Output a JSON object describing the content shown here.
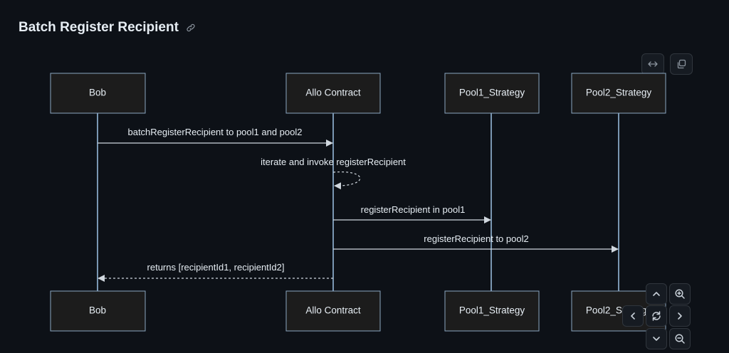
{
  "heading": {
    "title": "Batch Register Recipient",
    "link_icon": "link-icon"
  },
  "toolbar": {
    "expand_icon": "arrows-horizontal-icon",
    "copy_icon": "copy-icon"
  },
  "diagram": {
    "participants": [
      "Bob",
      "Allo Contract",
      "Pool1_Strategy",
      "Pool2_Strategy"
    ],
    "messages": [
      {
        "from": "Bob",
        "to": "Allo Contract",
        "label": "batchRegisterRecipient to pool1 and pool2",
        "style": "solid"
      },
      {
        "from": "Allo Contract",
        "to": "Allo Contract",
        "label": "iterate and invoke registerRecipient",
        "style": "dashed"
      },
      {
        "from": "Allo Contract",
        "to": "Pool1_Strategy",
        "label": "registerRecipient in pool1",
        "style": "solid"
      },
      {
        "from": "Allo Contract",
        "to": "Pool2_Strategy",
        "label": "registerRecipient to pool2",
        "style": "solid"
      },
      {
        "from": "Allo Contract",
        "to": "Bob",
        "label": "returns [recipientId1, recipientId2]",
        "style": "dashed"
      }
    ]
  },
  "controls": {
    "pan_up_icon": "chevron-up-icon",
    "zoom_in_icon": "zoom-in-icon",
    "pan_left_icon": "chevron-left-icon",
    "reset_icon": "reset-icon",
    "pan_right_icon": "chevron-right-icon",
    "pan_down_icon": "chevron-down-icon",
    "zoom_out_icon": "zoom-out-icon"
  }
}
